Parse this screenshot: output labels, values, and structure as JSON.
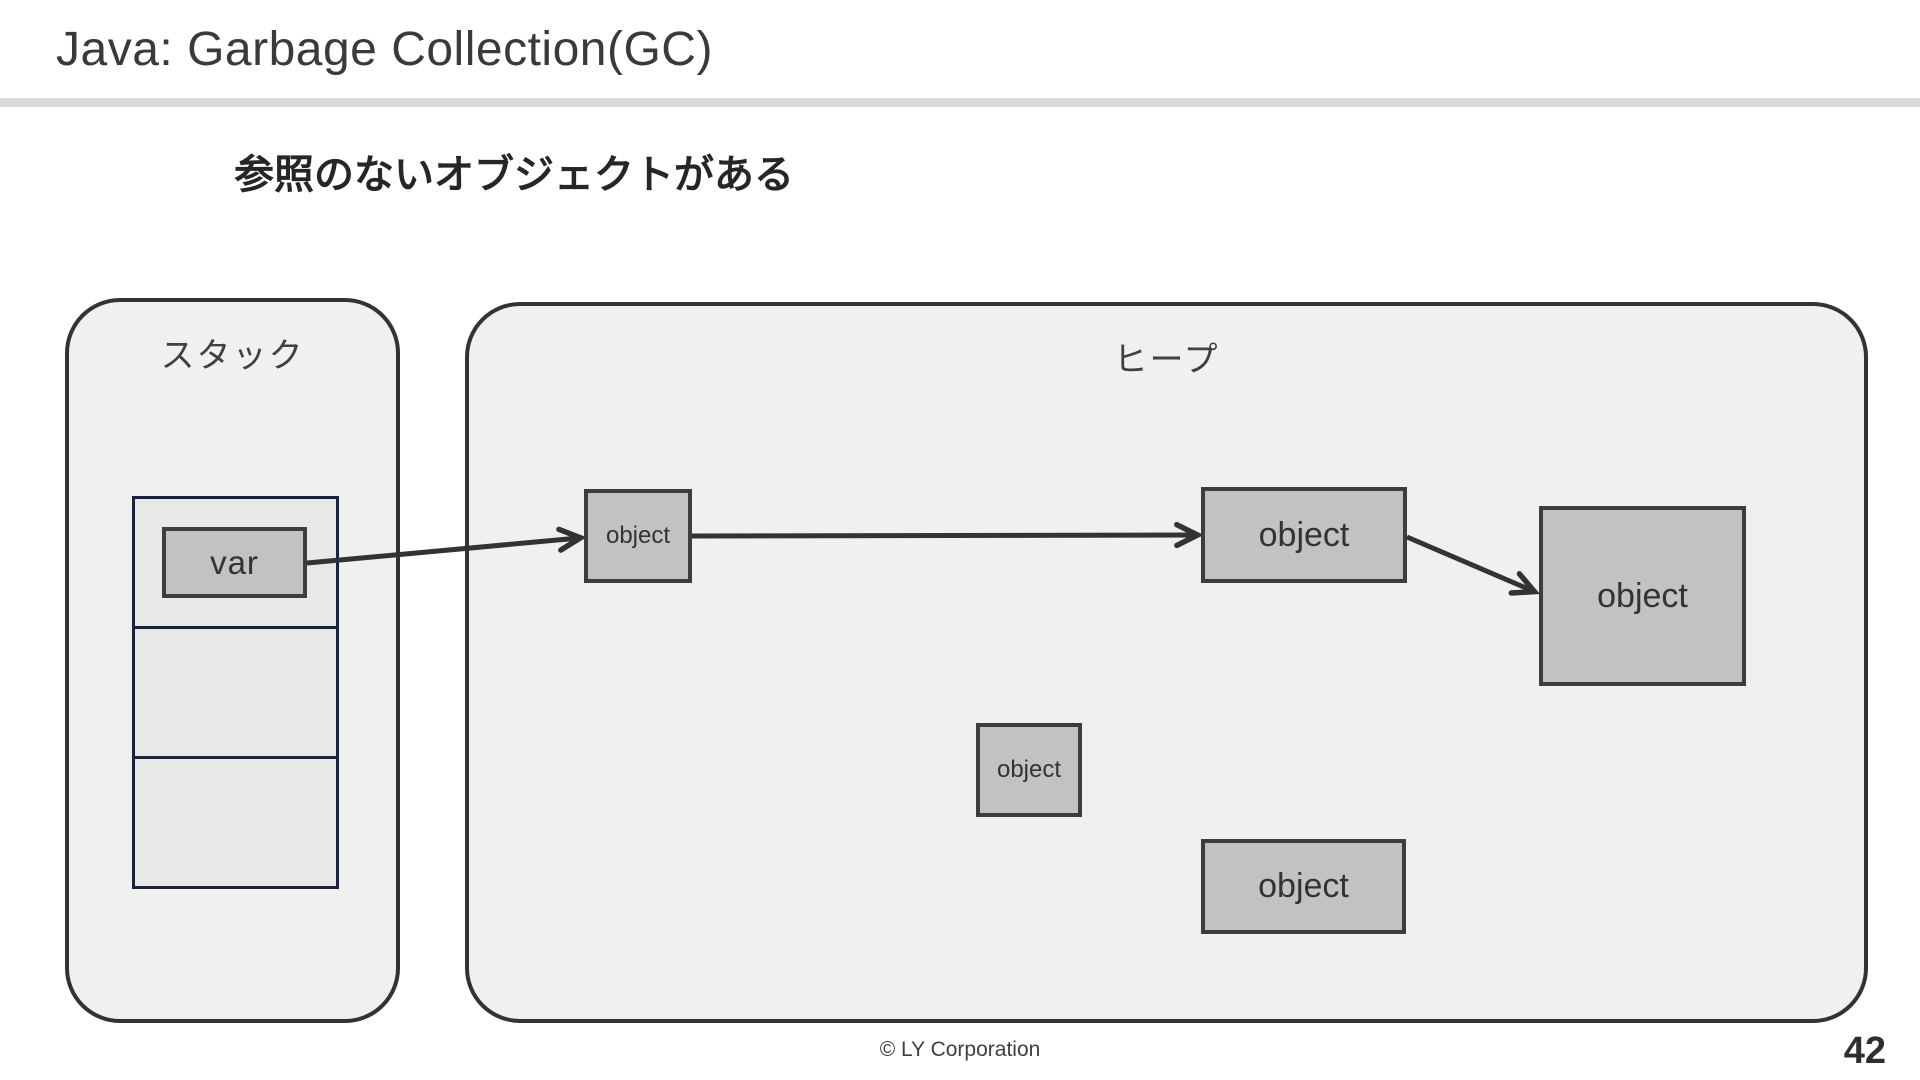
{
  "slide": {
    "title": "Java: Garbage Collection(GC)",
    "subtitle": "参照のないオブジェクトがある",
    "footer": "© LY Corporation",
    "page_number": "42"
  },
  "diagram": {
    "stack": {
      "label": "スタック",
      "var_label": "var",
      "empty_frame_count": 2
    },
    "heap": {
      "label": "ヒープ",
      "objects": [
        {
          "id": "object-1",
          "label": "object",
          "referenced": true
        },
        {
          "id": "object-2",
          "label": "object",
          "referenced": true
        },
        {
          "id": "object-3",
          "label": "object",
          "referenced": true
        },
        {
          "id": "object-4",
          "label": "object",
          "referenced": false
        },
        {
          "id": "object-5",
          "label": "object",
          "referenced": false
        }
      ]
    },
    "edges": [
      {
        "from": "var",
        "to": "object-1"
      },
      {
        "from": "object-1",
        "to": "object-2"
      },
      {
        "from": "object-2",
        "to": "object-3"
      }
    ]
  },
  "colors": {
    "background": "#ffffff",
    "divider": "#d9d9d9",
    "region_fill": "#f0f0f0",
    "region_border": "#333333",
    "cell_fill": "#e8e8e8",
    "cell_border": "#1b2140",
    "node_fill": "#c2c2c2",
    "node_border": "#3d3d3d",
    "arrow": "#333333",
    "text": "#3a3a3a"
  }
}
